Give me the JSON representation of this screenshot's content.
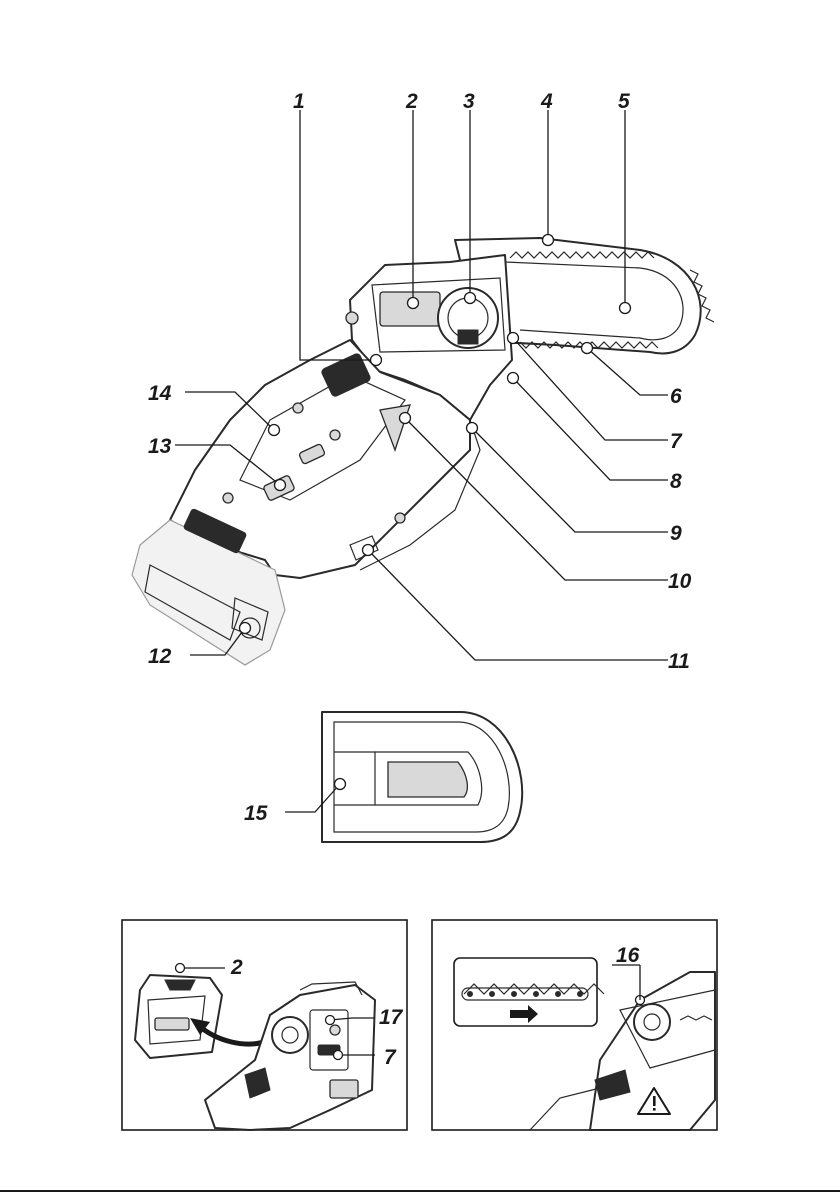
{
  "main_figure": {
    "callouts": [
      "1",
      "2",
      "3",
      "4",
      "5",
      "6",
      "7",
      "8",
      "9",
      "10",
      "11",
      "12",
      "13",
      "14"
    ]
  },
  "guard_figure": {
    "callouts": [
      "15"
    ]
  },
  "panel_left": {
    "callouts": [
      "2",
      "17",
      "7"
    ]
  },
  "panel_right": {
    "callouts": [
      "16"
    ],
    "arrow_icon": "right-arrow-icon",
    "warning_icon": "warning-triangle-icon"
  },
  "colors": {
    "ink": "#1a1a1a",
    "grip": "#2a2a2a",
    "shade": "#d9d9d9"
  }
}
